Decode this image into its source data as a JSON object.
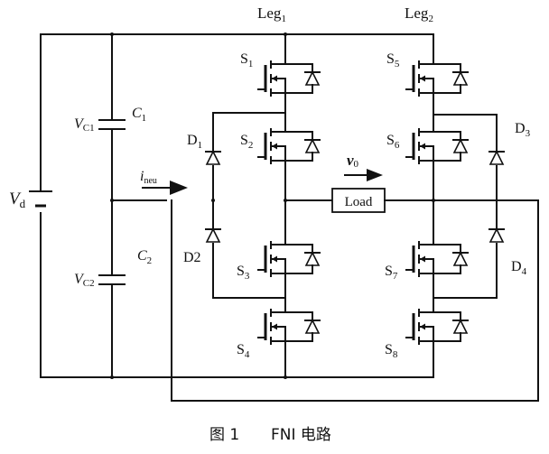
{
  "labels": {
    "leg1": {
      "main": "Leg",
      "sub": "1"
    },
    "leg2": {
      "main": "Leg",
      "sub": "2"
    },
    "vd": {
      "main": "V",
      "sub": "d"
    },
    "vc1": {
      "main": "V",
      "sub": "C1"
    },
    "vc2": {
      "main": "V",
      "sub": "C2"
    },
    "c1": {
      "main": "C",
      "sub": "1"
    },
    "c2": {
      "main": "C",
      "sub": "2"
    },
    "ineu": {
      "main": "i",
      "sub": "neu"
    },
    "v0": {
      "main": "v",
      "sub": "0"
    },
    "load": "Load",
    "s1": {
      "main": "S",
      "sub": "1"
    },
    "s2": {
      "main": "S",
      "sub": "2"
    },
    "s3": {
      "main": "S",
      "sub": "3"
    },
    "s4": {
      "main": "S",
      "sub": "4"
    },
    "s5": {
      "main": "S",
      "sub": "5"
    },
    "s6": {
      "main": "S",
      "sub": "6"
    },
    "s7": {
      "main": "S",
      "sub": "7"
    },
    "s8": {
      "main": "S",
      "sub": "8"
    },
    "d1": {
      "main": "D",
      "sub": "1"
    },
    "d2": "D2",
    "d3": {
      "main": "D",
      "sub": "3"
    },
    "d4": {
      "main": "D",
      "sub": "4"
    }
  },
  "caption": {
    "figure": "图 1",
    "title": "FNI 电路"
  }
}
